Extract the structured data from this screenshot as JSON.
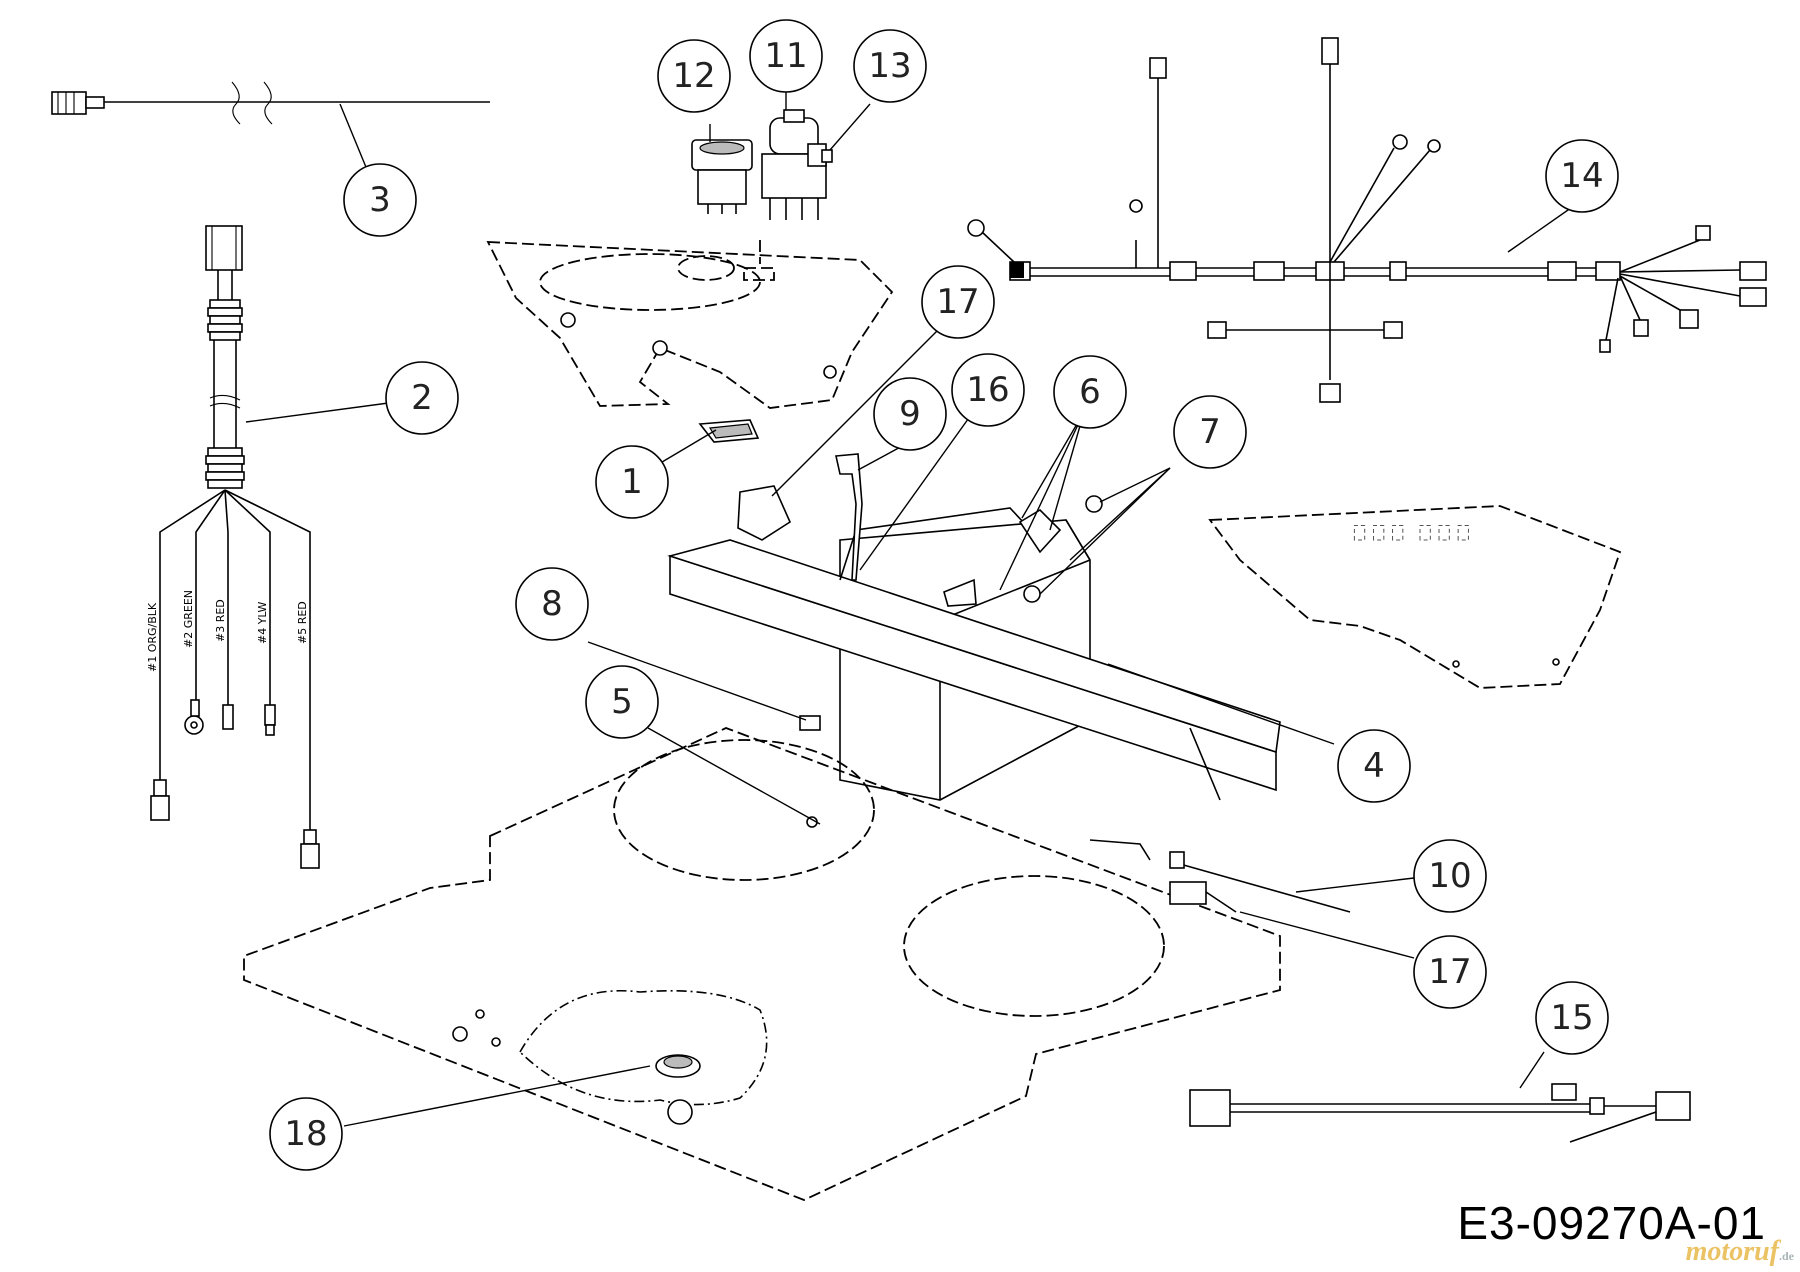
{
  "diagram": {
    "drawing_code": "E3-09270A-01",
    "watermark": "motoruf",
    "watermark_tld": ".de",
    "wire_labels": [
      "#1 ORG/BLK",
      "#2 GREEN",
      "#3 RED",
      "#4 YLW",
      "#5 RED"
    ],
    "callouts": [
      "1",
      "2",
      "3",
      "4",
      "5",
      "6",
      "7",
      "8",
      "9",
      "10",
      "11",
      "12",
      "13",
      "14",
      "15",
      "16",
      "17",
      "17",
      "18"
    ]
  }
}
